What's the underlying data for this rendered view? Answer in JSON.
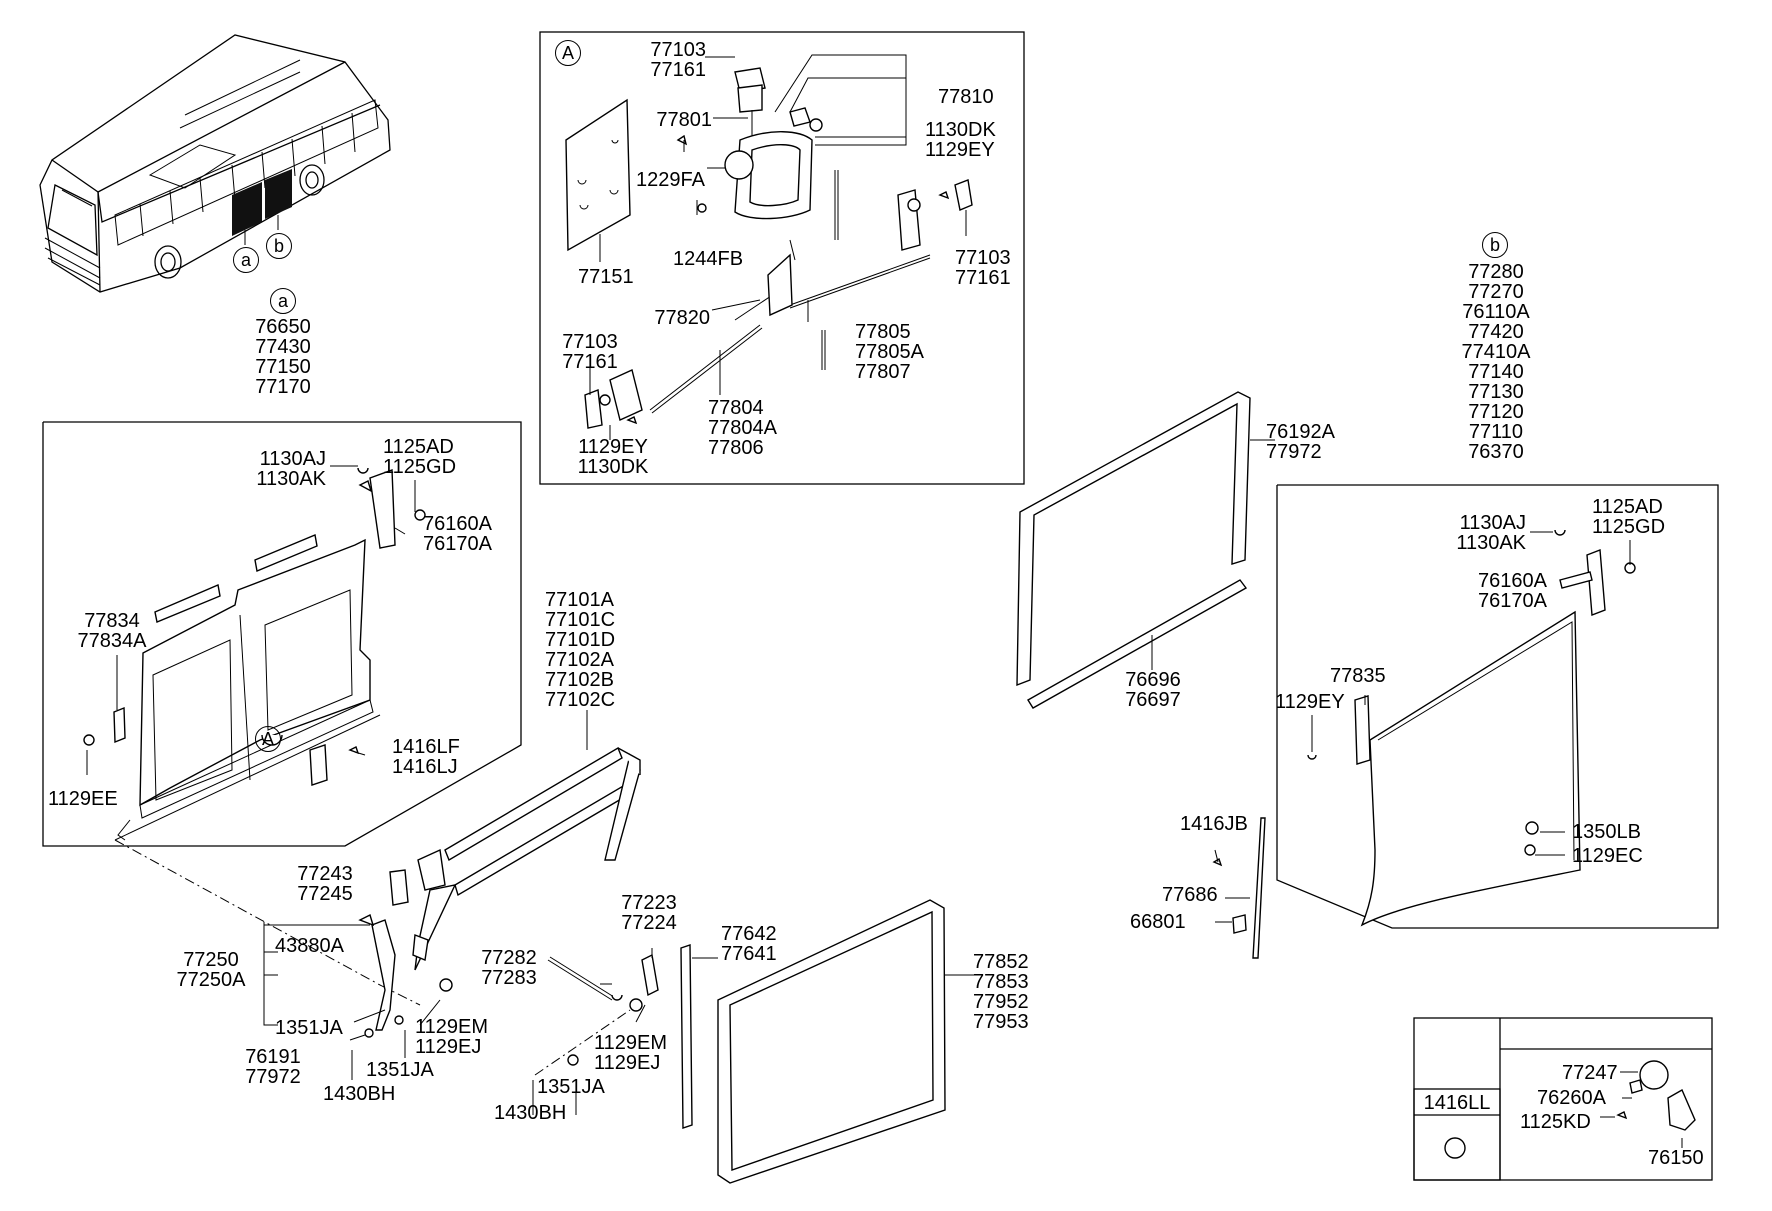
{
  "refs": {
    "a": "a",
    "b": "b",
    "A": "A"
  },
  "groups": {
    "sec_a_top": "76650\n77430\n77150\n77170",
    "sec_b_top": "77280\n77270\n76110A\n77420\n77410A\n77140\n77130\n77120\n77110\n76370",
    "A_77103_top": "77103\n77161",
    "A_77810": "77810",
    "A_1130DK": "1130DK\n1129EY",
    "A_77801": "77801",
    "A_1229FA": "1229FA",
    "A_1244FB": "1244FB",
    "A_77151": "77151",
    "A_77103_right": "77103\n77161",
    "A_77820": "77820",
    "A_77805": "77805\n77805A\n77807",
    "A_77103_left": "77103\n77161",
    "A_77804": "77804\n77804A\n77806",
    "A_1129EY": "1129EY\n1130DK",
    "a_1125AD": "1125AD\n1125GD",
    "a_1130AJ": "1130AJ\n1130AK",
    "a_76160A": "76160A\n76170A",
    "a_77834": "77834\n77834A",
    "a_1416LF": "1416LF\n1416LJ",
    "a_1129EE": "1129EE",
    "bar_77101A": "77101A\n77101C\n77101D\n77102A\n77102B\n77102C",
    "p_77243": "77243\n77245",
    "p_77250": "77250\n77250A",
    "p_43880A": "43880A",
    "p_1351JA_1": "1351JA",
    "p_76191": "76191\n77972",
    "p_1129EM_1": "1129EM\n1129EJ",
    "p_1351JA_2": "1351JA",
    "p_1430BH_1": "1430BH",
    "p_77282": "77282\n77283",
    "p_77223": "77223\n77224",
    "p_1129EM_2": "1129EM\n1129EJ",
    "p_1351JA_3": "1351JA",
    "p_1430BH_2": "1430BH",
    "p_77642": "77642\n77641",
    "p_77852": "77852\n77853\n77952\n77953",
    "g_76192A": "76192A\n77972",
    "g_76696": "76696\n76697",
    "b_1130AJ": "1130AJ\n1130AK",
    "b_1125AD": "1125AD\n1125GD",
    "b_76160A": "76160A\n76170A",
    "b_77835": "77835",
    "b_1129EY": "1129EY",
    "b_1350LB": "1350LB",
    "b_1129EC": "1129EC",
    "s_1416JB": "1416JB",
    "s_77686": "77686",
    "s_66801": "66801",
    "box_1416LL": "1416LL",
    "box_77247": "77247",
    "box_76260A": "76260A",
    "box_1125KD": "1125KD",
    "box_76150": "76150"
  }
}
